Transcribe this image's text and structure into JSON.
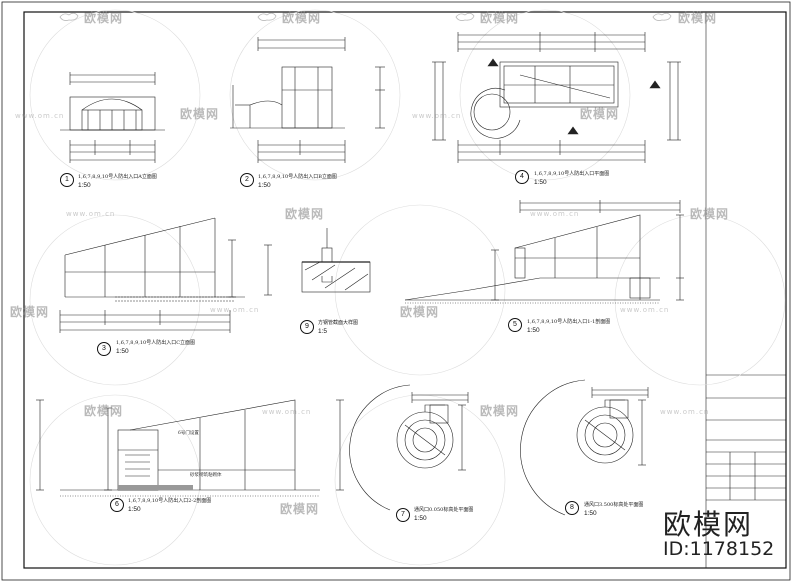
{
  "drawings": [
    {
      "number": "1",
      "title": "1,6,7,8,9,10号人防出入口A立面图",
      "scale": "1:50"
    },
    {
      "number": "2",
      "title": "1,6,7,8,9,10号人防出入口B立面图",
      "scale": "1:50"
    },
    {
      "number": "4",
      "title": "1,6,7,8,9,10号人防出入口平面图",
      "scale": "1:50"
    },
    {
      "number": "3",
      "title": "1,6,7,8,9,10号人防出入口C立面图",
      "scale": "1:50"
    },
    {
      "number": "9",
      "title": "方钢管截面大样图",
      "scale": "1:5"
    },
    {
      "number": "5",
      "title": "1,6,7,8,9,10号人防出入口1-1剖面图",
      "scale": "1:50"
    },
    {
      "number": "6",
      "title": "1,6,7,8,9,10号人防出入口2-2剖面图",
      "scale": "1:50"
    },
    {
      "number": "7",
      "title": "通风口0.050标高处平面图",
      "scale": "1:50"
    },
    {
      "number": "8",
      "title": "通风口3.500标高处平面图",
      "scale": "1:50"
    }
  ],
  "notes": {
    "section6_note": "砂浆砌筑粘砌体",
    "section6_top": "6号门设置"
  },
  "brand": {
    "name": "欧模网",
    "id": "ID:1178152"
  },
  "watermarks": {
    "text": "欧模网",
    "url": "www.om.cn"
  }
}
